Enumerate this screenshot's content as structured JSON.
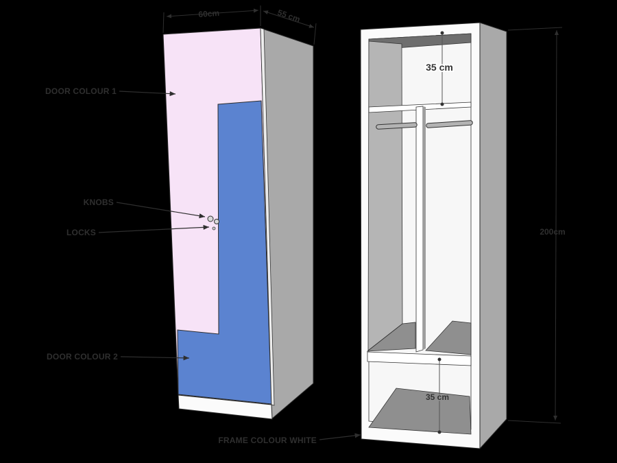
{
  "annotations": {
    "door_colour_1": "DOOR COLOUR 1",
    "knobs": "KNOBS",
    "locks": "LOCKS",
    "door_colour_2": "DOOR COLOUR 2",
    "frame_colour": "FRAME COLOUR WHITE"
  },
  "dimensions": {
    "width": "60cm",
    "depth": "55 cm",
    "height": "200cm",
    "top_compartment": "35 cm",
    "bottom_compartment": "35 cm"
  },
  "colors": {
    "background": "#000000",
    "door_colour_1": "#f7e3f7",
    "door_colour_2": "#5b83d0",
    "carcass_side": "#a9a9a9",
    "carcass_white": "#fbfbfb",
    "interior_wall": "#b5b5b5",
    "interior_top_shadow": "#6e6e6e",
    "interior_floor": "#8f8f8f",
    "annotation_ink": "#2f2f2f"
  },
  "icons": {
    "knob": "knob-circle",
    "lock": "lock-circle"
  }
}
